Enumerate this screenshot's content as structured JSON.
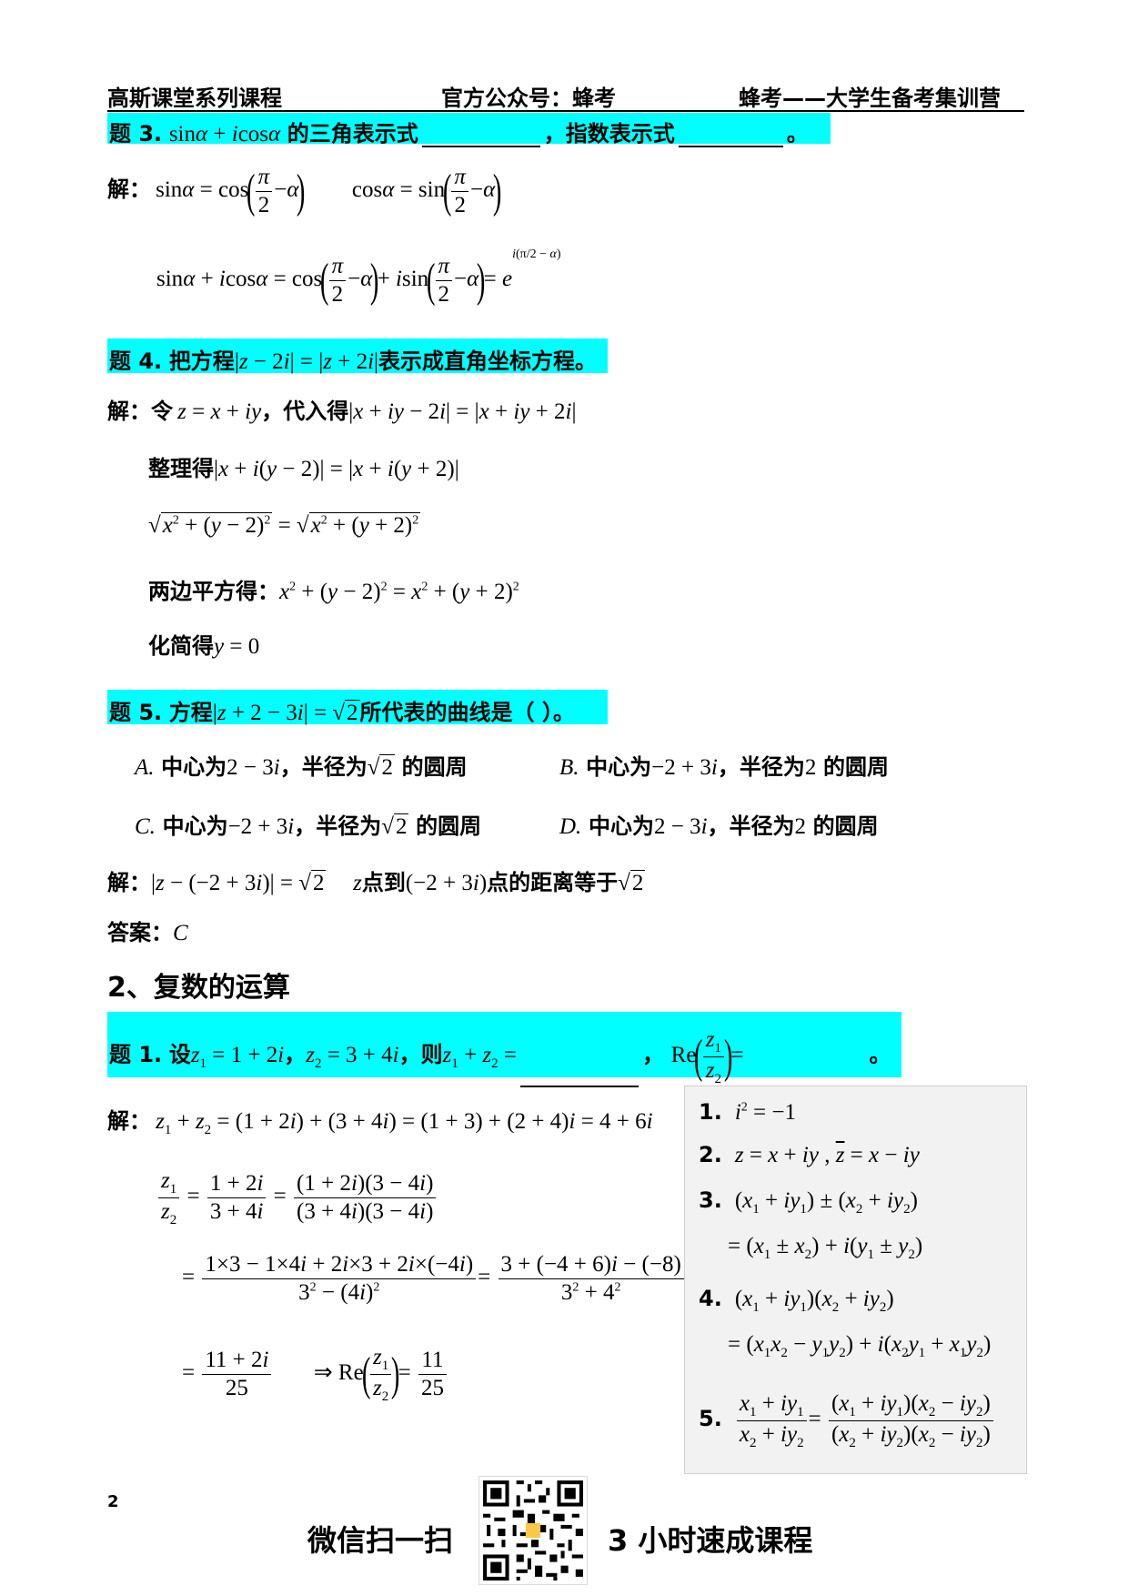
{
  "header": {
    "left": "高斯课堂系列课程",
    "center": "官方公众号：蜂考",
    "right": "蜂考——大学生备考集训营"
  },
  "q3": {
    "title": "题 3.",
    "text1": "的三角表示式",
    "text2": "，指数表示式",
    "text3": "。",
    "sol_label": "解："
  },
  "q4": {
    "title": "题 4.",
    "text1": "把方程",
    "text2": "表示成直角坐标方程。",
    "sol_label": "解：",
    "sol_let": "令",
    "sol_sub": "，代入得",
    "step_simplify": "整理得",
    "step_square": "两边平方得：",
    "step_result": "化简得"
  },
  "q5": {
    "title": "题 5.",
    "text1": "方程",
    "text2": "所代表的曲线是（      ）。",
    "option_a": {
      "letter": "A.",
      "text1": "中心为",
      "text2": "，半径为",
      "text3": "的圆周"
    },
    "option_b": {
      "letter": "B.",
      "text1": "中心为",
      "text2": "，半径为",
      "text3": "的圆周"
    },
    "option_c": {
      "letter": "C.",
      "text1": "中心为",
      "text2": "，半径为",
      "text3": "的圆周"
    },
    "option_d": {
      "letter": "D.",
      "text1": "中心为",
      "text2": "，半径为",
      "text3": "的圆周"
    },
    "sol_label": "解：",
    "sol_text1": "点到",
    "sol_text2": "点的距离等于",
    "answer_label": "答案：",
    "answer_value": "C"
  },
  "section2": {
    "title": "2、复数的运算"
  },
  "q1": {
    "title": "题 1.",
    "text1": "设",
    "comma": "，",
    "then": "，则",
    "end": "。",
    "sol_label": "解："
  },
  "formula_box": {
    "n1": "1.",
    "n2": "2.",
    "n3": "3.",
    "n4": "4.",
    "n5": "5."
  },
  "page_number": "2",
  "footer": {
    "left": "微信扫一扫",
    "right": "3 小时速成课程"
  }
}
